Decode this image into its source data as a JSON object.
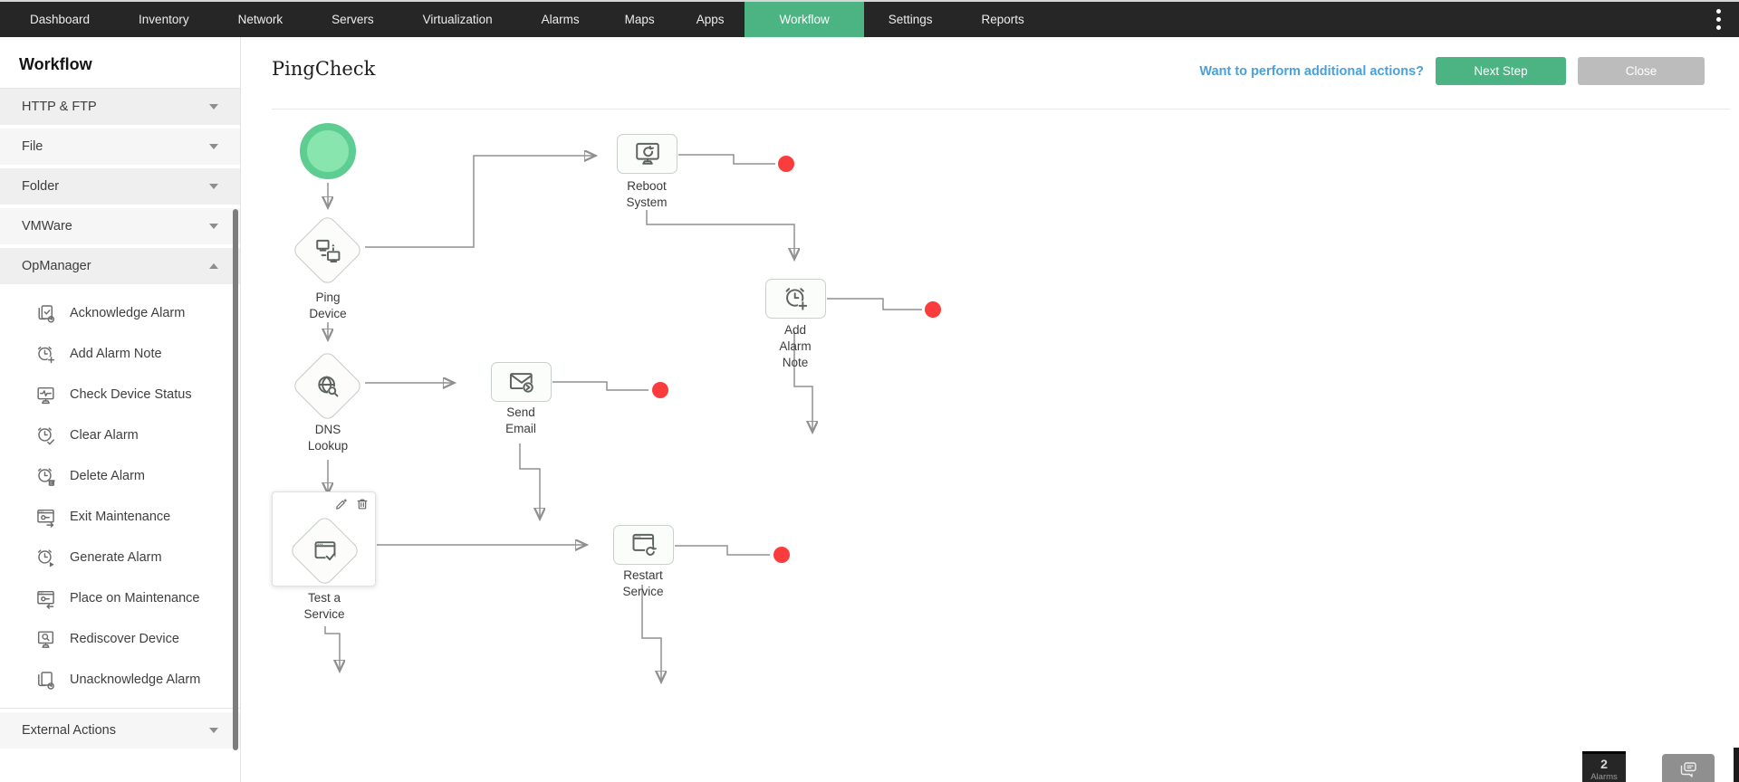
{
  "nav": {
    "items": [
      {
        "label": "Dashboard",
        "active": false
      },
      {
        "label": "Inventory",
        "active": false
      },
      {
        "label": "Network",
        "active": false
      },
      {
        "label": "Servers",
        "active": false
      },
      {
        "label": "Virtualization",
        "active": false
      },
      {
        "label": "Alarms",
        "active": false
      },
      {
        "label": "Maps",
        "active": false
      },
      {
        "label": "Apps",
        "active": false
      },
      {
        "label": "Workflow",
        "active": true
      },
      {
        "label": "Settings",
        "active": false
      },
      {
        "label": "Reports",
        "active": false
      }
    ],
    "more_icon": "kebab-vertical-dots"
  },
  "sidebar": {
    "title": "Workflow",
    "sections": [
      {
        "label": "HTTP & FTP",
        "expanded": false
      },
      {
        "label": "File",
        "expanded": false
      },
      {
        "label": "Folder",
        "expanded": false
      },
      {
        "label": "VMWare",
        "expanded": false
      },
      {
        "label": "OpManager",
        "expanded": true
      }
    ],
    "opmanager_items": [
      {
        "label": "Acknowledge Alarm",
        "icon": "acknowledge-alarm-icon"
      },
      {
        "label": "Add Alarm Note",
        "icon": "add-alarm-note-icon"
      },
      {
        "label": "Check Device Status",
        "icon": "check-device-status-icon"
      },
      {
        "label": "Clear Alarm",
        "icon": "clear-alarm-icon"
      },
      {
        "label": "Delete Alarm",
        "icon": "delete-alarm-icon"
      },
      {
        "label": "Exit Maintenance",
        "icon": "exit-maintenance-icon"
      },
      {
        "label": "Generate Alarm",
        "icon": "generate-alarm-icon"
      },
      {
        "label": "Place on Maintenance",
        "icon": "place-on-maintenance-icon"
      },
      {
        "label": "Rediscover Device",
        "icon": "rediscover-device-icon"
      },
      {
        "label": "Unacknowledge Alarm",
        "icon": "unacknowledge-alarm-icon"
      }
    ],
    "bottom_section": {
      "label": "External Actions",
      "expanded": false
    }
  },
  "workflow_header": {
    "title": "PingCheck",
    "actions_link": "Want to perform additional actions?",
    "next_step_button": "Next Step",
    "close_button": "Close"
  },
  "canvas": {
    "nodes": [
      {
        "id": "start",
        "type": "start-circle",
        "label": ""
      },
      {
        "id": "ping-device",
        "type": "diamond",
        "label": "Ping Device",
        "icon": "two-monitors-network-icon"
      },
      {
        "id": "reboot-system",
        "type": "action",
        "label": "Reboot System",
        "icon": "monitor-reboot-icon"
      },
      {
        "id": "add-alarm-note",
        "type": "action",
        "label": "Add Alarm Note",
        "icon": "alarm-clock-plus-icon"
      },
      {
        "id": "dns-lookup",
        "type": "diamond",
        "label": "DNS Lookup",
        "icon": "globe-search-icon"
      },
      {
        "id": "send-email",
        "type": "action",
        "label": "Send Email",
        "icon": "envelope-send-icon"
      },
      {
        "id": "test-a-service",
        "type": "diamond-selected",
        "label": "Test a Service",
        "icon": "browser-check-icon"
      },
      {
        "id": "restart-service",
        "type": "action",
        "label": "Restart Service",
        "icon": "browser-refresh-icon"
      }
    ],
    "endpoint_color": "#fa3c3c"
  },
  "status_widgets": {
    "alarm_count": "2",
    "alarm_count_label": "Alarms",
    "chat_icon": "messages-icon"
  },
  "colors": {
    "nav_bg": "#262626",
    "accent_green": "#4cb383",
    "link_blue": "#4aa0dc",
    "endpoint_red": "#fa3c3c",
    "start_node_green": "#88e5ae"
  }
}
